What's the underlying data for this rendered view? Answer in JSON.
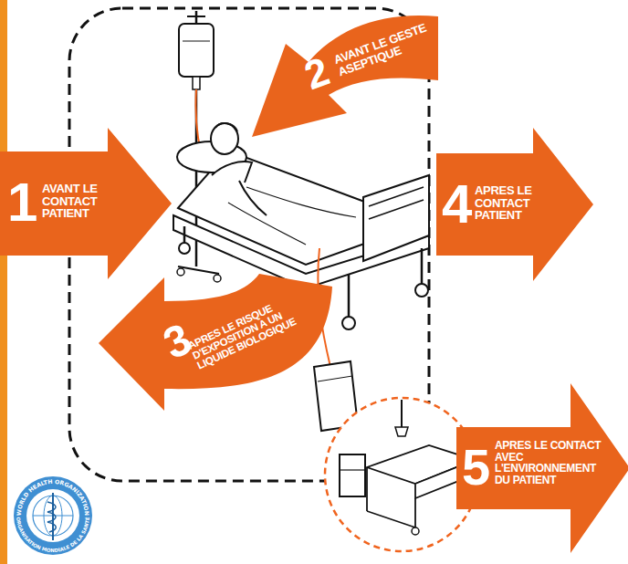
{
  "diagram": {
    "nodes": [
      {
        "text": [
          "1",
          "AVANT LE CONTACT PATIENT"
        ]
      },
      {
        "text": [
          "2",
          "AVANT LE GESTE ASEPTIQUE"
        ]
      },
      {
        "text": [
          "3",
          "APRES LE RISQUE D'EXPOSITION A UN LIQUIDE BIOLOGIQUE"
        ]
      },
      {
        "text": [
          "4",
          "APRES LE CONTACT PATIENT"
        ]
      },
      {
        "text": [
          "5",
          "APRES LE CONTACT AVEC L'ENVIRONNEMENT DU PATIENT"
        ]
      }
    ],
    "labels": [
      "WORLD HEALTH ORGANIZATION",
      "ORGANISATION MONDIALE DE LA SANTÉ"
    ]
  }
}
